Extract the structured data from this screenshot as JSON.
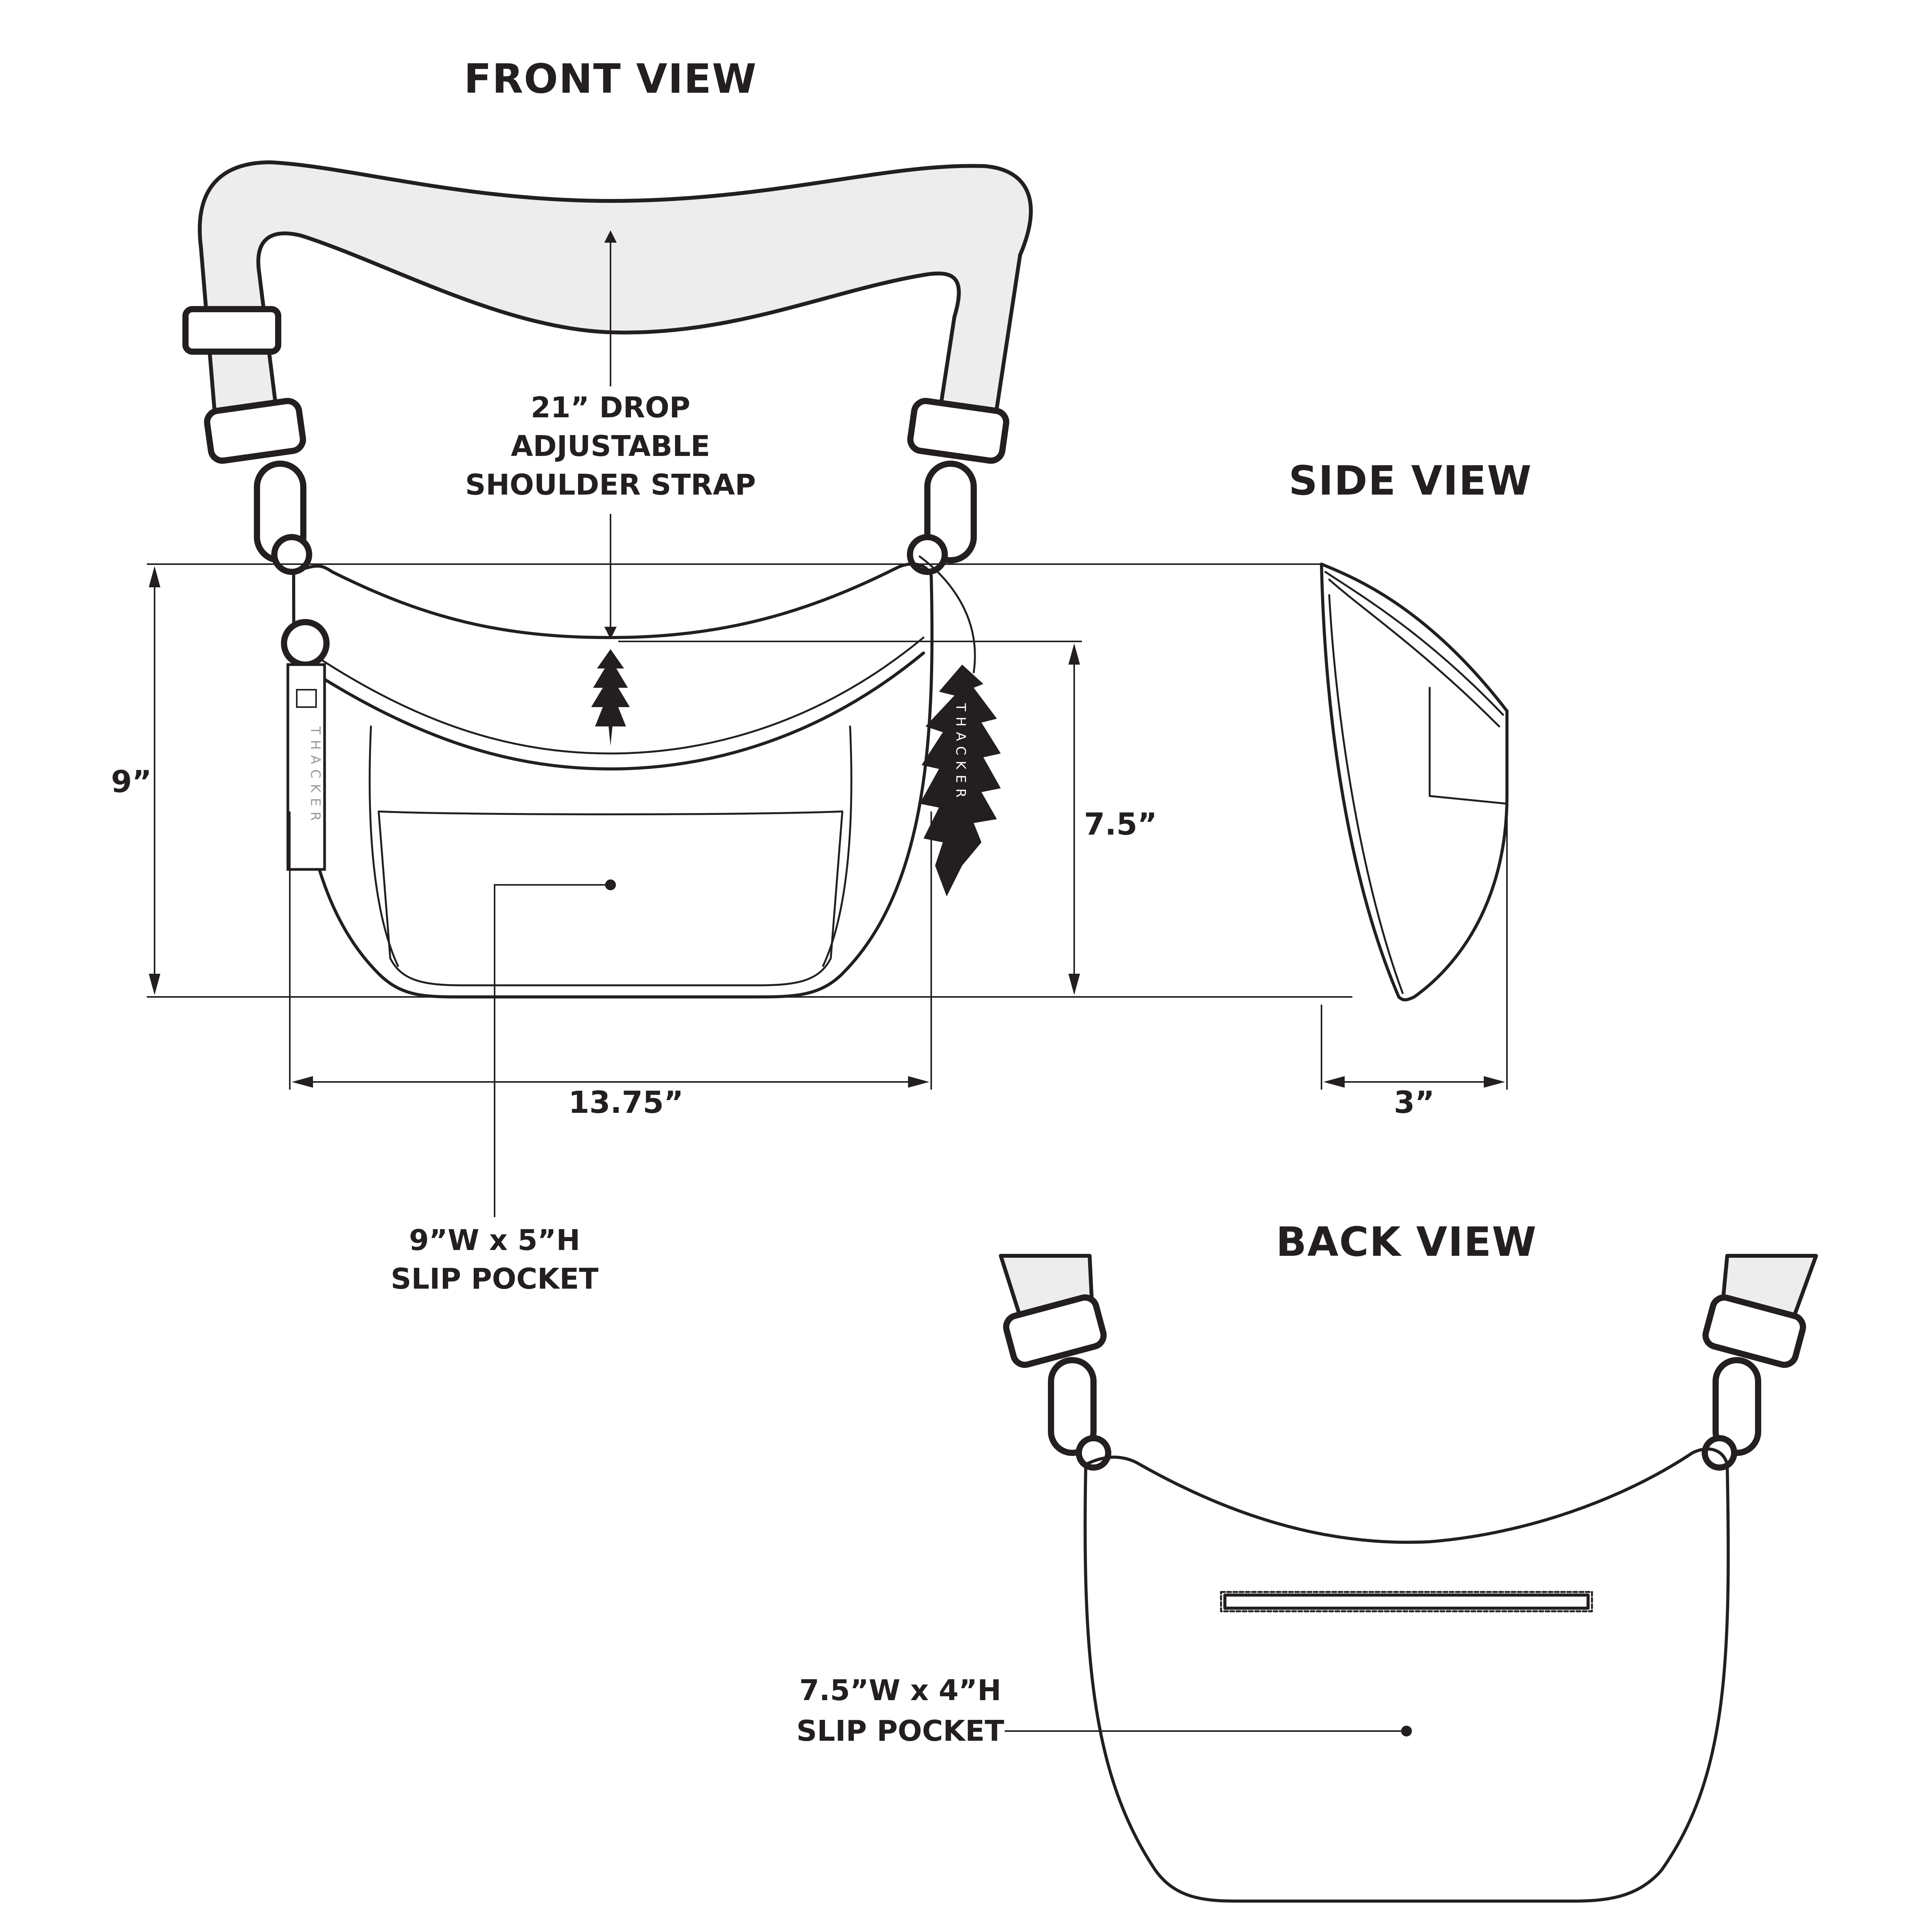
{
  "views": {
    "front_title": "FRONT VIEW",
    "side_title": "SIDE VIEW",
    "back_title": "BACK VIEW"
  },
  "front": {
    "strap_note": [
      "21” DROP",
      "ADJUSTABLE",
      "SHOULDER STRAP"
    ],
    "height_label": "9”",
    "body_height_label": "7.5”",
    "width_label": "13.75”",
    "pocket_note": [
      "9”W x 5”H",
      "SLIP POCKET"
    ],
    "tag_brand": "THACKER",
    "charm_brand": "THACKER"
  },
  "side": {
    "depth_label": "3”"
  },
  "back": {
    "pocket_note": [
      "7.5”W x 4”H",
      "SLIP POCKET"
    ]
  }
}
